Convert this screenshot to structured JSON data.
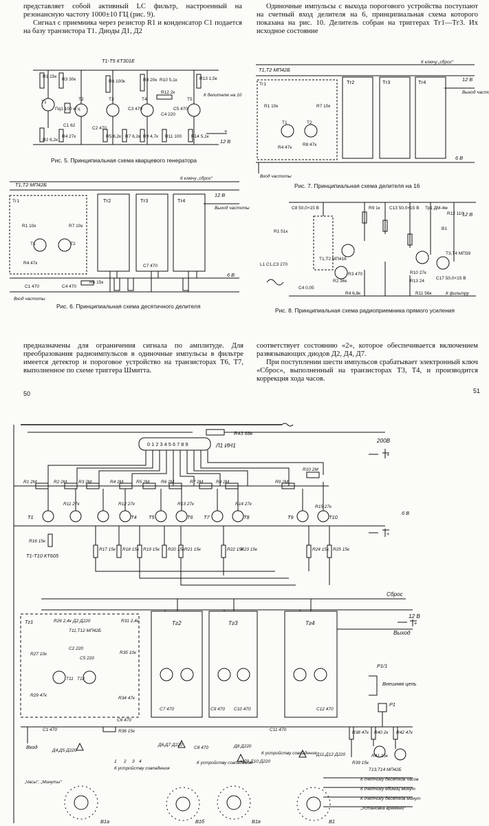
{
  "left_column": {
    "paragraph_1": "представляет собой активный LC фильтр, настроенный на резонансную частоту 1000±10 ГЦ (рис. 9).",
    "paragraph_2": "Сигнал с приемника через резистор R1 и конденсатор C1 подается на базу транзистора T1. Диоды Д1, Д2",
    "paragraph_3": "предназначены для ограничения сигнала по амплитуде. Для преобразования радиоимпульсов в одиночные импульсы в фильтре имеется детектор и пороговое устройство на транзисторах T6, T7, выполненное по схеме триггера Шмитта.",
    "page_number": "50"
  },
  "right_column": {
    "paragraph_1": "Одиночные импульсы с выхода порогового устройства поступают на счетный вход делителя на 6, принципиальная схема которого показана на рис. 10. Делитель собран на триггерах Тг1—Тг3. Их исходное состояние",
    "paragraph_2": "соответствует состоянию «2», которое обеспечивается включением развязывающих диодов Д2, Д4, Д7.",
    "paragraph_3": "При поступлении шести импульсов срабатывает электронный ключ «Сброс», выполненный на транзисторах T3, T4, и производится коррекция хода часов.",
    "page_number": "51"
  },
  "captions": {
    "fig5": "Рис. 5. Принципиальная схема кварцевого генератора",
    "fig6": "Рис. 6. Принципиальная схема десятичного делителя",
    "fig7": "Рис. 7. Принципиальная схема делителя на 16",
    "fig8": "Рис. 8. Принципиальная схема радиоприемника прямого усиления"
  },
  "fig5_labels": {
    "header": "Т1-Т5  КТ301Е",
    "r1": "R1 15к",
    "r3": "R3 30к",
    "r6": "R6 100к",
    "r8": "R8 20к",
    "r10": "R10 5,1к",
    "r13": "R13 1,5к",
    "r12": "R12 2к",
    "pq1": "Пq1 100 кГц",
    "c3": "C3 470",
    "c4": "C4 220",
    "c5": "C5 470",
    "c1": "C1 62",
    "c2": "C2 470",
    "r2": "R2 6,2к",
    "r4": "R4 27к",
    "r5": "R5 6,2к",
    "r7": "R7 6,2к",
    "r9": "R9 4,7к",
    "r11": "R11 100",
    "r14": "R14 5,1к",
    "out": "К делителю на 10",
    "v": "12 В",
    "plus": "+"
  },
  "fig6_labels": {
    "header": "Т1,Т2 МП42Б",
    "reset": "К ключу „сброс“",
    "v": "12 В",
    "out": "Выход частоты",
    "tg1": "Тг1",
    "tg2": "Тг2",
    "tg3": "Тг3",
    "tg4": "Тг4",
    "v6": "6 В",
    "in": "Вход частоты",
    "c1": "C1 470",
    "c4": "C4 470",
    "c7": "C7 470",
    "r6": "R6 15к"
  },
  "fig7_labels": {
    "header": "Т1,Т2 МП42Б",
    "reset": "К ключу „сброс“",
    "v": "12 В",
    "out": "Выход частоты",
    "tg1": "Тг1",
    "tg2": "Тг2",
    "tg3": "Тг3",
    "tg4": "Тг4",
    "v6": "6 В",
    "in": "Вход частоты"
  },
  "fig8_labels": {
    "c8": "C8 50,0×15 В",
    "r9": "R9 1к",
    "c13": "C13 50,0×15 В",
    "r12": "R12 110",
    "tr1": "Тр1 ДМ-4м",
    "v": "12 В",
    "r1": "R1 51к",
    "t1t2": "Т1,Т2 МП416",
    "l1": "L1 C1,C3 270",
    "c4": "C4 0,05",
    "r2": "R2 36к",
    "r3": "R3 470",
    "r4": "R4 6,8к",
    "t3t4": "Т3,Т4 МП39",
    "c17": "C17 50,0×15 В",
    "r10": "R10 27к",
    "r13": "R13 24",
    "r11": "R11 56к",
    "out": "К фильтру",
    "b1": "В1"
  },
  "big_labels": {
    "r43": "R43 68к",
    "l1": "Л1 ИН1",
    "v200": "200В",
    "digits": "0 1 2 3 4 5 6 7 8 9",
    "r1": "R1 2М",
    "r2": "R2 2М",
    "r3": "R3 2М",
    "r4": "R4 2М",
    "r5": "R5 2М",
    "r6": "R6 2М",
    "r7": "R7 2М",
    "r8": "R8 2М",
    "r9": "R9 2М",
    "r10": "R10 2М",
    "r11": "R11 27к",
    "r12": "R12 27к",
    "r13": "R13 27к",
    "r14": "R14 27к",
    "r15": "R15 27к",
    "v6": "6 В",
    "r16": "R16 15к",
    "t1t10": "Т1-Т10 КТ605",
    "r17": "R17 15к",
    "r18": "R18 15к",
    "r19": "R19 15к",
    "r20": "R20 15к",
    "r21": "R21 15к",
    "r22": "R22 15к",
    "r23": "R23 15к",
    "r24": "R24 15к",
    "r25": "R25 15к",
    "reset": "Сброс",
    "v12": "12 В",
    "out": "Выход",
    "tg1": "Тг1",
    "tg2": "Тг2",
    "tg3": "Тг3",
    "tg4": "Тг4",
    "r26": "R26 2,4к",
    "d2": "Д2 Д220",
    "r31": "R31 2,4к",
    "t11t12": "Т11,Т12 МП42Б",
    "c2": "C2 220",
    "c5": "C5 220",
    "r27": "R27 10к",
    "r29": "R29 47к",
    "r35": "R35 10к",
    "r34": "R34 47к",
    "c1": "C1 470",
    "r36": "R36 15к",
    "c6": "C6 470",
    "c7": "C7 470",
    "c9": "C9 470",
    "c10": "C10 470",
    "c11": "C11 470",
    "c12": "C12 470",
    "c8": "C8 470",
    "p11": "P1/1",
    "ext": "Внешняя цепь",
    "p1": "P1",
    "r38": "R38 47к",
    "r40": "R40 2к",
    "r42": "R42 47к",
    "r39": "R39 15к",
    "r41": "R41 15к",
    "t13t14": "Т13,Т14 МП42Б",
    "in": "Вход",
    "d4d5": "Д4,Д5 Д220",
    "d6d7": "Д6,Д7 Д220",
    "d8": "Д8 Д220",
    "d9d10": "Д9,Д10 Д220",
    "d11d12": "Д11,Д12 Д220",
    "hours": "„Часы“, „Минуты“",
    "to_coin1": "К устройству совпадения",
    "to_coin2": "К устройству совпадения",
    "to_coin3": "К устройству совпадения",
    "to_hours": "К счетчику десятков часов",
    "to_min": "К счетчику единиц минут",
    "to_min10": "К счетчику десятков минут",
    "to_set": "„Установка времени“",
    "b1": "В1",
    "b1a": "В1а",
    "b1b": "В1б",
    "b1c": "В1в",
    "n": "1",
    "n2": "2",
    "n3": "3",
    "n4": "4"
  }
}
